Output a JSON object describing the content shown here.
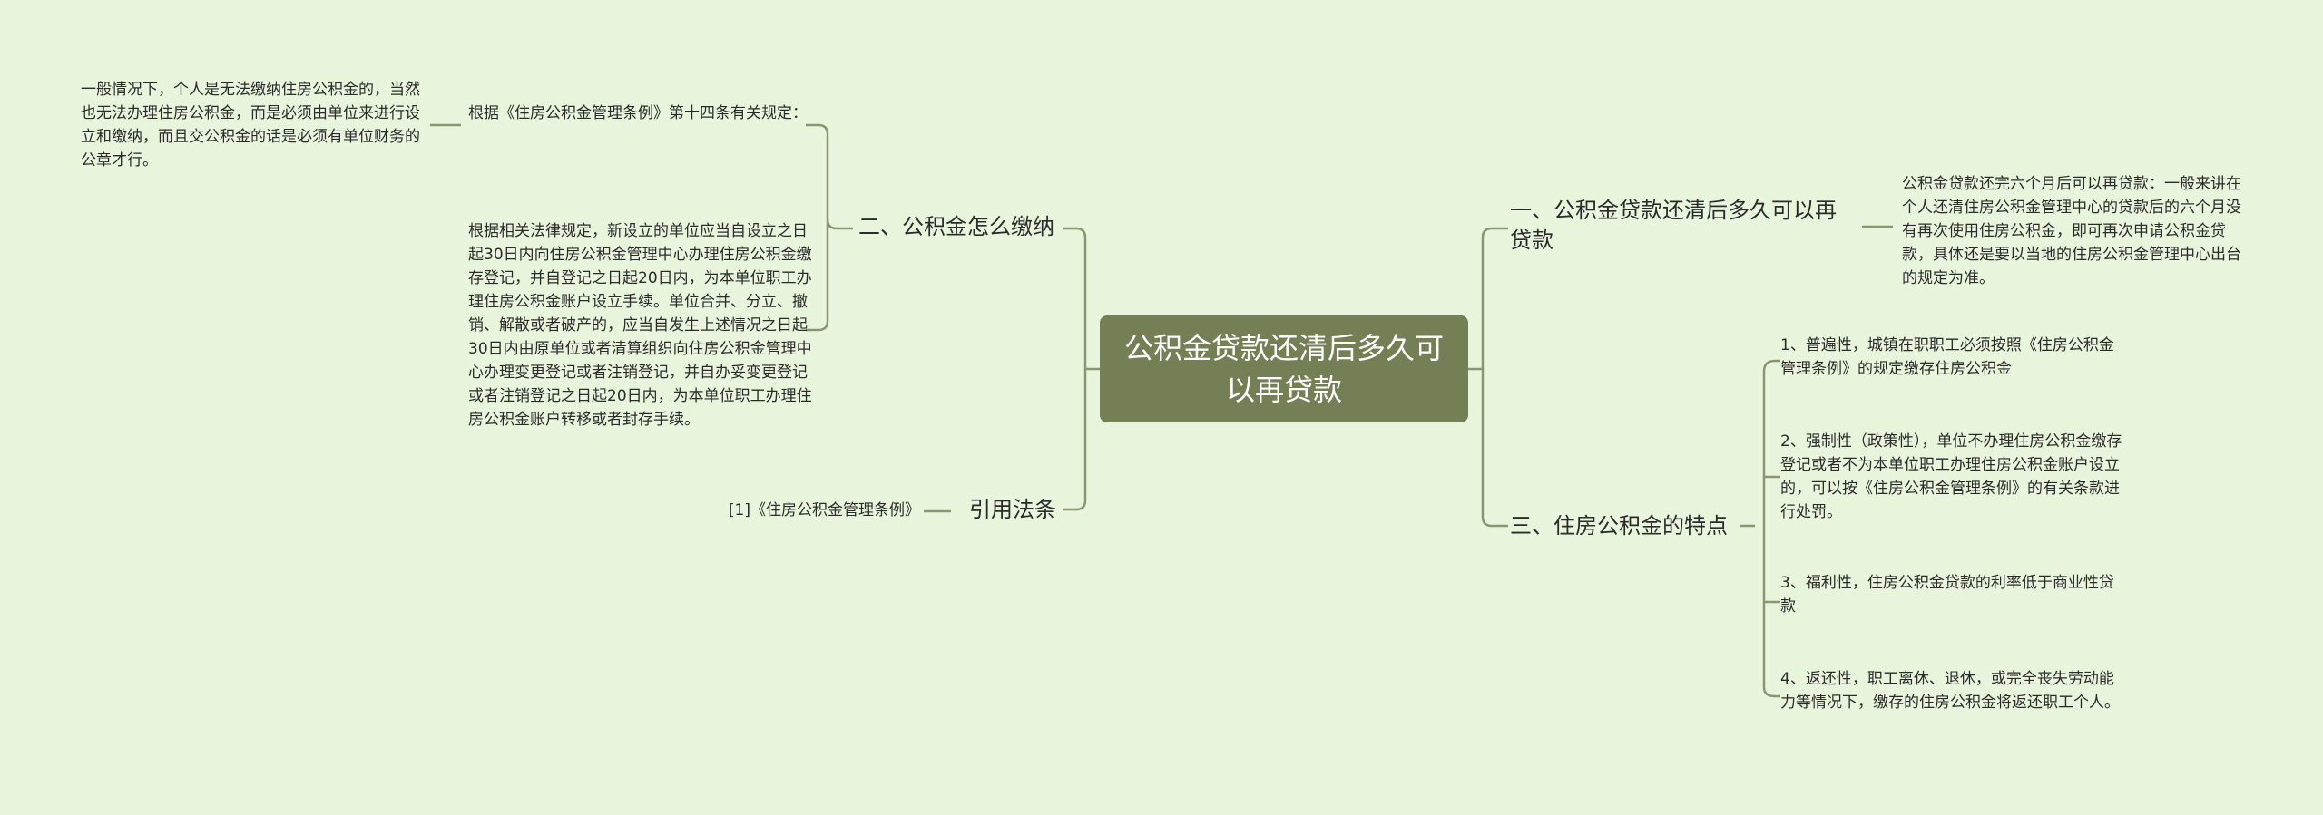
{
  "colors": {
    "background": "#e8f4dc",
    "root_fill": "#747f56",
    "line": "#8c9470",
    "text": "#2b2b2b"
  },
  "root": {
    "label": "公积金贷款还清后多久可以再贷款"
  },
  "left": {
    "branch2": {
      "label": "二、公积金怎么缴纳",
      "child1": "根据《住房公积金管理条例》第十四条有关规定：",
      "child1_leaf": "一般情况下，个人是无法缴纳住房公积金的，当然也无法办理住房公积金，而是必须由单位来进行设立和缴纳，而且交公积金的话是必须有单位财务的公章才行。",
      "child2": "根据相关法律规定，新设立的单位应当自设立之日起30日内向住房公积金管理中心办理住房公积金缴存登记，并自登记之日起20日内，为本单位职工办理住房公积金账户设立手续。单位合并、分立、撤销、解散或者破产的，应当自发生上述情况之日起30日内由原单位或者清算组织向住房公积金管理中心办理变更登记或者注销登记，并自办妥变更登记或者注销登记之日起20日内，为本单位职工办理住房公积金账户转移或者封存手续。"
    },
    "citation": {
      "label": "引用法条",
      "child": "[1]《住房公积金管理条例》"
    }
  },
  "right": {
    "branch1": {
      "label": "一、公积金贷款还清后多久可以再贷款",
      "child": "公积金贷款还完六个月后可以再贷款：一般来讲在个人还清住房公积金管理中心的贷款后的六个月没有再次使用住房公积金，即可再次申请公积金贷款，具体还是要以当地的住房公积金管理中心出台的规定为准。"
    },
    "branch3": {
      "label": "三、住房公积金的特点",
      "items": [
        "1、普遍性，城镇在职职工必须按照《住房公积金管理条例》的规定缴存住房公积金",
        "2、强制性（政策性），单位不办理住房公积金缴存登记或者不为本单位职工办理住房公积金账户设立的，可以按《住房公积金管理条例》的有关条款进行处罚。",
        "3、福利性，住房公积金贷款的利率低于商业性贷款",
        "4、返还性，职工离休、退休，或完全丧失劳动能力等情况下，缴存的住房公积金将返还职工个人。"
      ]
    }
  }
}
